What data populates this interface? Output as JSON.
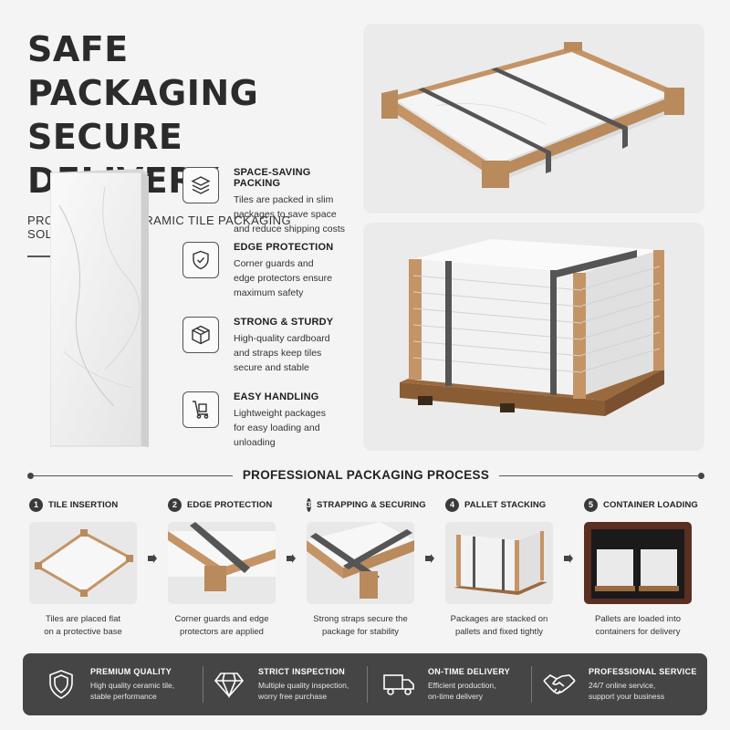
{
  "header": {
    "title_line1": "SAFE PACKAGING",
    "title_line2": "SECURE DELIVERY",
    "subtitle": "PROFESSIONAL CERAMIC TILE PACKAGING SOLUTIONS"
  },
  "features": [
    {
      "icon": "stacked-layers-icon",
      "title": "SPACE-SAVING PACKING",
      "line1": "Tiles are packed in slim",
      "line2": "packages to save space",
      "line3": "and reduce shipping costs"
    },
    {
      "icon": "shield-check-icon",
      "title": "EDGE PROTECTION",
      "line1": "Corner guards and",
      "line2": "edge protectors ensure",
      "line3": "maximum safety"
    },
    {
      "icon": "box-icon",
      "title": "STRONG & STURDY",
      "line1": "High-quality cardboard",
      "line2": "and straps keep tiles",
      "line3": "secure and stable"
    },
    {
      "icon": "hand-truck-icon",
      "title": "EASY HANDLING",
      "line1": "Lightweight packages",
      "line2": "for easy loading and",
      "line3": "unloading"
    }
  ],
  "process": {
    "title": "PROFESSIONAL PACKAGING PROCESS",
    "steps": [
      {
        "num": "1",
        "name": "TILE INSERTION",
        "line1": "Tiles are placed flat",
        "line2": "on a protective base"
      },
      {
        "num": "2",
        "name": "EDGE PROTECTION",
        "line1": "Corner guards and edge",
        "line2": "protectors are applied"
      },
      {
        "num": "3",
        "name": "STRAPPING & SECURING",
        "line1": "Strong straps secure the",
        "line2": "package for stability"
      },
      {
        "num": "4",
        "name": "PALLET STACKING",
        "line1": "Packages are stacked on",
        "line2": "pallets and fixed tightly"
      },
      {
        "num": "5",
        "name": "CONTAINER LOADING",
        "line1": "Pallets are loaded into",
        "line2": "containers for delivery"
      }
    ]
  },
  "badges": [
    {
      "icon": "shield-icon",
      "title": "PREMIUM QUALITY",
      "line1": "High quality ceramic tile,",
      "line2": "stable performance"
    },
    {
      "icon": "diamond-icon",
      "title": "STRICT INSPECTION",
      "line1": "Multiple quality inspection,",
      "line2": "worry free purchase"
    },
    {
      "icon": "truck-icon",
      "title": "ON-TIME DELIVERY",
      "line1": "Efficient production,",
      "line2": "on-time delivery"
    },
    {
      "icon": "handshake-icon",
      "title": "PROFESSIONAL SERVICE",
      "line1": "24/7 online service,",
      "line2": "support your business"
    }
  ],
  "colors": {
    "background": "#f4f4f4",
    "cardboard": "#c49466",
    "strap": "#555555",
    "dark_bar": "#454545"
  }
}
